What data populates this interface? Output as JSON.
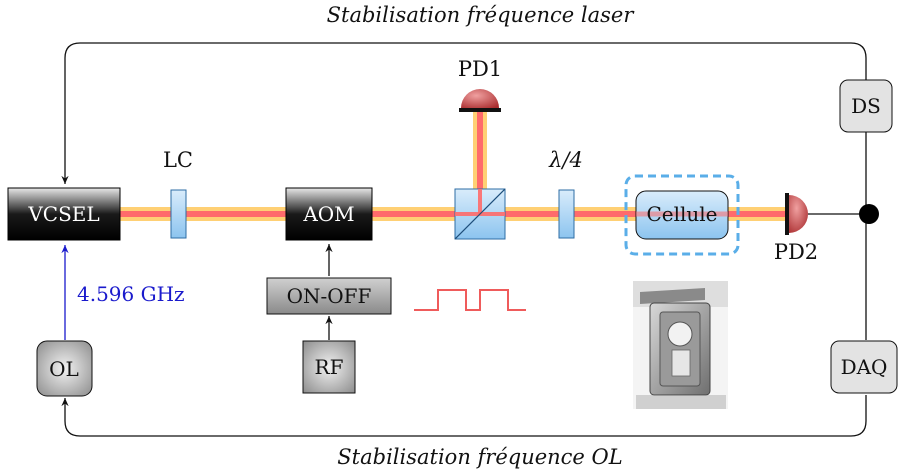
{
  "loops": {
    "top_label": "Stabilisation fréquence laser",
    "bottom_label": "Stabilisation fréquence OL"
  },
  "components": {
    "vcsel": "VCSEL",
    "lc": "LC",
    "aom": "AOM",
    "on_off": "ON-OFF",
    "rf": "RF",
    "pd1": "PD1",
    "quarter_wave": "λ/4",
    "cellule": "Cellule",
    "pd2": "PD2",
    "ds": "DS",
    "daq": "DAQ",
    "ol": "OL"
  },
  "signals": {
    "microwave_freq": "4.596 GHz"
  },
  "colors": {
    "beam_core": "#ff6b6b",
    "beam_glow": "#ffcc66",
    "optic_fill": "#a9d4f5",
    "optic_stroke": "#2e6da4",
    "cell_dash": "#5aaee8",
    "microwave_line": "#1a1acc",
    "photodiode": "#c0393b",
    "square_wave": "#ef5b5b"
  }
}
